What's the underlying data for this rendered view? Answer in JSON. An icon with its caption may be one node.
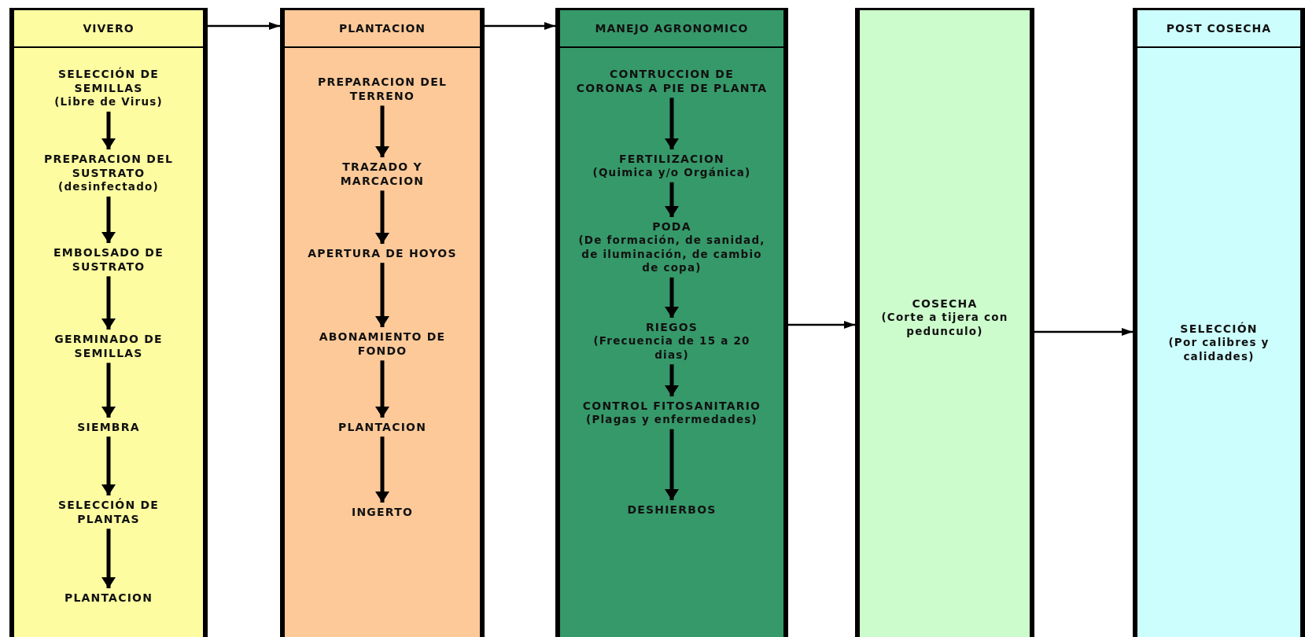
{
  "diagram": {
    "nodes": [
      {
        "text": [
          "VIVERO"
        ]
      },
      {
        "text": [
          "SELECCIÓN DE SEMILLAS",
          "(Libre de Virus)"
        ],
        "in": 0
      },
      {
        "text": [
          "PREPARACION DEL SUSTRATO",
          "(desinfectado)"
        ],
        "in": 0
      },
      {
        "text": [
          "EMBOLSADO DE SUSTRATO"
        ],
        "in": 0
      },
      {
        "text": [
          "GERMINADO DE SEMILLAS"
        ],
        "in": 0
      },
      {
        "text": [
          "SIEMBRA"
        ],
        "in": 0
      },
      {
        "text": [
          "SELECCIÓN DE PLANTAS"
        ],
        "in": 0
      },
      {
        "text": [
          "PLANTACION"
        ],
        "in": 0
      },
      {
        "text": [
          "PLANTACION"
        ]
      },
      {
        "text": [
          "PREPARACION DEL TERRENO"
        ],
        "in": 8
      },
      {
        "text": [
          "TRAZADO Y MARCACION"
        ],
        "in": 8
      },
      {
        "text": [
          "APERTURA DE HOYOS"
        ],
        "in": 8
      },
      {
        "text": [
          "ABONAMIENTO DE FONDO"
        ],
        "in": 8
      },
      {
        "text": [
          "PLANTACION"
        ],
        "in": 8
      },
      {
        "text": [
          "INGERTO"
        ],
        "in": 8
      },
      {
        "text": [
          "MANEJO AGRONOMICO"
        ]
      },
      {
        "text": [
          "CONTRUCCION DE CORONAS A PIE DE PLANTA"
        ],
        "in": 15
      },
      {
        "text": [
          "FERTILIZACION",
          "(Quimica y/o Orgánica)"
        ],
        "in": 15
      },
      {
        "text": [
          "PODA",
          "(De formación, de sanidad, de iluminación, de cambio de copa)"
        ],
        "in": 15
      },
      {
        "text": [
          "RIEGOS",
          "(Frecuencia de 15 a 20 dias)"
        ],
        "in": 15
      },
      {
        "text": [
          "CONTROL FITOSANITARIO",
          "(Plagas y enfermedades)"
        ],
        "in": 15
      },
      {
        "text": [
          "DESHIERBOS"
        ],
        "in": 15
      },
      {
        "text": [],
        "shape": "box"
      },
      {
        "text": [
          "COSECHA",
          "(Corte a tijera con pedunculo)"
        ],
        "in": 22
      },
      {
        "text": [
          "POST COSECHA"
        ]
      },
      {
        "text": [
          "SELECCIÓN",
          "(Por calibres y calidades)"
        ],
        "in": 24
      }
    ],
    "edges": [
      {
        "from": 0,
        "to": 8,
        "arrow": "to"
      },
      {
        "from": 8,
        "to": 15,
        "arrow": "to"
      },
      {
        "from": 15,
        "to": 22,
        "arrow": "to"
      },
      {
        "from": 22,
        "to": 24,
        "arrow": "to"
      },
      {
        "from": 1,
        "to": 2,
        "arrow": "to"
      },
      {
        "from": 2,
        "to": 3,
        "arrow": "to"
      },
      {
        "from": 3,
        "to": 4,
        "arrow": "to"
      },
      {
        "from": 4,
        "to": 5,
        "arrow": "to"
      },
      {
        "from": 5,
        "to": 6,
        "arrow": "to"
      },
      {
        "from": 6,
        "to": 7,
        "arrow": "to"
      },
      {
        "from": 9,
        "to": 10,
        "arrow": "to"
      },
      {
        "from": 10,
        "to": 11,
        "arrow": "to"
      },
      {
        "from": 11,
        "to": 12,
        "arrow": "to"
      },
      {
        "from": 12,
        "to": 13,
        "arrow": "to"
      },
      {
        "from": 13,
        "to": 14,
        "arrow": "to"
      },
      {
        "from": 16,
        "to": 17,
        "arrow": "to"
      },
      {
        "from": 17,
        "to": 18,
        "arrow": "to"
      },
      {
        "from": 18,
        "to": 19,
        "arrow": "to"
      },
      {
        "from": 19,
        "to": 20,
        "arrow": "to"
      },
      {
        "from": 20,
        "to": 21,
        "arrow": "to"
      }
    ]
  }
}
